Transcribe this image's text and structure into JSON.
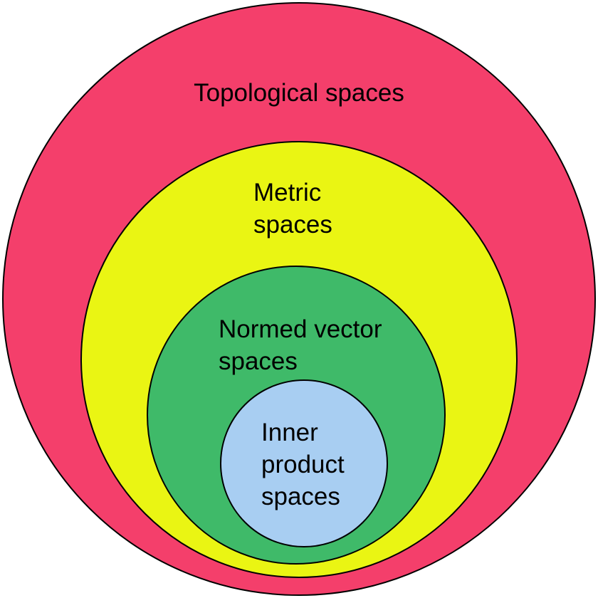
{
  "diagram": {
    "outline_color": "#000000",
    "text_color": "#000000",
    "circles": [
      {
        "id": "topological-spaces",
        "label": "Topological spaces",
        "color": "#F43F6B"
      },
      {
        "id": "metric-spaces",
        "label": "Metric\nspaces",
        "color": "#EAF513"
      },
      {
        "id": "normed-vector-spaces",
        "label": "Normed vector\nspaces",
        "color": "#3FBA69"
      },
      {
        "id": "inner-product-spaces",
        "label": "Inner\nproduct\nspaces",
        "color": "#A8CEF2"
      }
    ]
  }
}
